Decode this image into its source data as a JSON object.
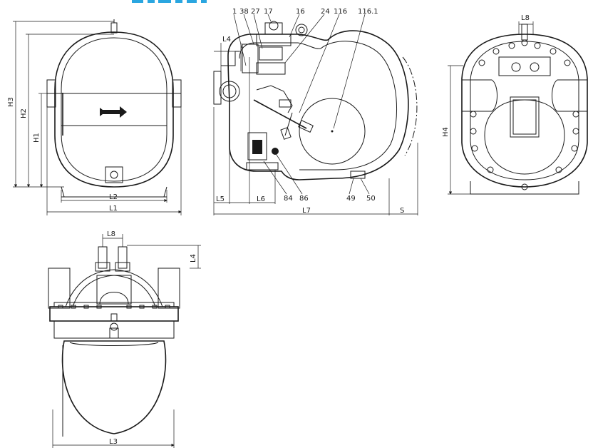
{
  "header_color": "#2aa6e0",
  "line_color": "#1a1a1a",
  "front_view": {
    "labels": {
      "h3": "H3",
      "h2": "H2",
      "h1": "H1",
      "l2": "L2",
      "l1": "L1"
    }
  },
  "section_view": {
    "part_numbers": [
      "1",
      "38",
      "27",
      "17",
      "16",
      "24",
      "116",
      "116.1",
      "84",
      "86",
      "49",
      "50"
    ],
    "labels": {
      "l4": "L4",
      "l5": "L5",
      "l6": "L6",
      "l7": "L7",
      "s": "S"
    }
  },
  "side_view": {
    "labels": {
      "l8": "L8",
      "h4": "H4"
    }
  },
  "top_view": {
    "labels": {
      "l8": "L8",
      "l4": "L4",
      "l3": "L3"
    }
  }
}
